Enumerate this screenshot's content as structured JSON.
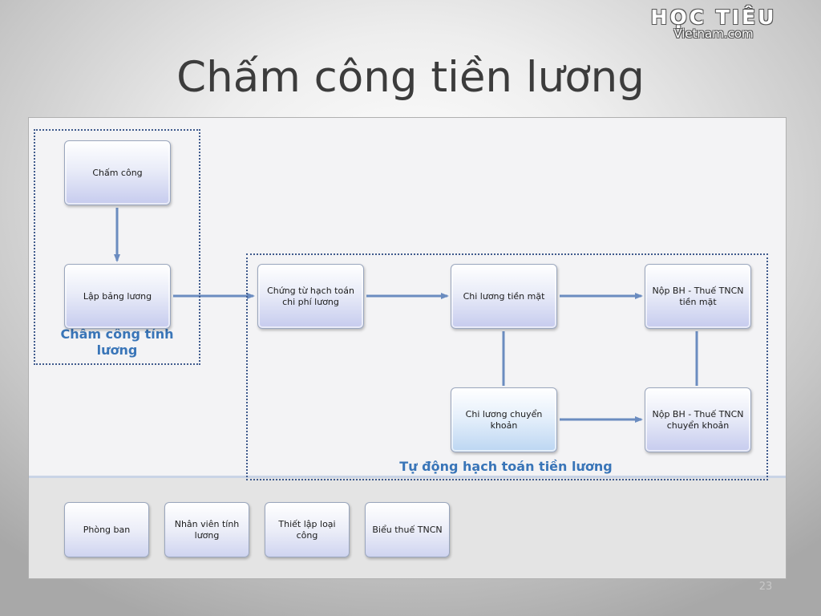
{
  "logo": {
    "brand": "HỌC TIÊU",
    "sub": "Vietnam.com"
  },
  "slide": {
    "title": "Chấm công tiền lương",
    "page_number": "23"
  },
  "groups": {
    "payroll": {
      "label": "Chấm công tính lương"
    },
    "accounting": {
      "label": "Tự động hạch toán tiền lương"
    }
  },
  "flow": {
    "timesheet": "Chấm công",
    "payroll_sheet": "Lập bảng lương",
    "accrual_voucher": "Chứng từ hạch toán chi phí lương",
    "cash_payment": "Chi lương tiền mặt",
    "insurance_tax_cash": "Nộp BH - Thuế TNCN tiền mặt",
    "bank_transfer": "Chi lương chuyển khoản",
    "insurance_tax_transfer": "Nộp BH - Thuế TNCN chuyển khoản"
  },
  "shortcuts": [
    {
      "label": "Phòng ban"
    },
    {
      "label": "Nhân viên tính lương"
    },
    {
      "label": "Thiết lập loại công"
    },
    {
      "label": "Biểu thuế TNCN"
    }
  ],
  "colors": {
    "group_label": "#3975b8",
    "group_border": "#3f5a8c",
    "connector": "#6b8cc0",
    "title": "#3c3c3c"
  }
}
